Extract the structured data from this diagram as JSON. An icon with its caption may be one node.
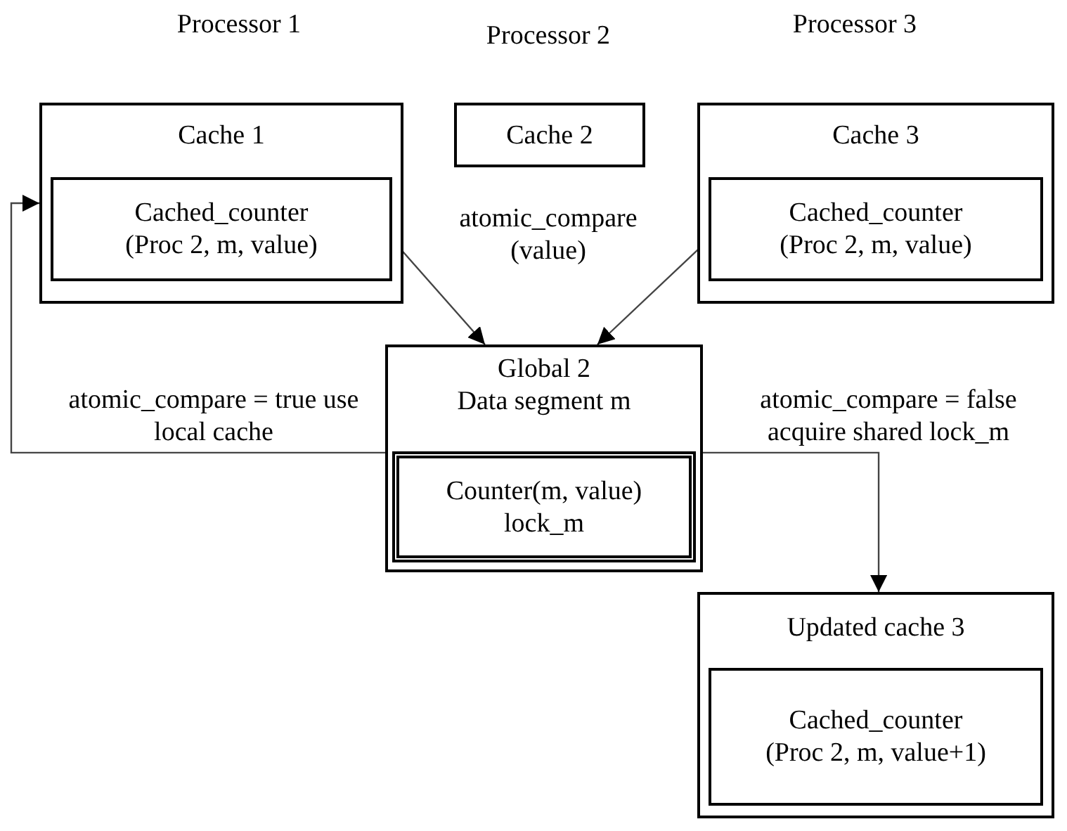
{
  "diagram": {
    "nodes": [
      {
        "text": [
          "Cache 1"
        ],
        "beside": [
          "Processor 1"
        ]
      },
      {
        "text": [
          "Cached_counter",
          "(Proc 2, m, value)"
        ],
        "in": 0
      },
      {
        "text": [
          "Cache 2"
        ],
        "beside": [
          "Processor 2"
        ]
      },
      {
        "text": [
          "Cache 3"
        ],
        "beside": [
          "Processor 3"
        ]
      },
      {
        "text": [
          "Cached_counter",
          "(Proc 2, m, value)"
        ],
        "in": 3
      },
      {
        "text": [
          "Global 2",
          "Data segment m"
        ]
      },
      {
        "text": [
          "Counter(m, value)",
          "lock_m"
        ],
        "in": 5
      },
      {
        "text": [
          "Updated cache 3"
        ]
      },
      {
        "text": [
          "Cached_counter",
          "(Proc 2, m, value+1)"
        ],
        "in": 7
      }
    ],
    "edges": [
      {
        "from": 1,
        "to": 5,
        "arrow": "to"
      },
      {
        "from": 4,
        "to": 5,
        "arrow": "to"
      },
      {
        "from": 5,
        "to": 0,
        "arrow": "to",
        "label": "atomic_compare = true use local cache"
      },
      {
        "from": 5,
        "to": 7,
        "arrow": "to",
        "label": "atomic_compare = false acquire shared lock_m"
      }
    ],
    "labels": [
      "atomic_compare (value)"
    ]
  }
}
